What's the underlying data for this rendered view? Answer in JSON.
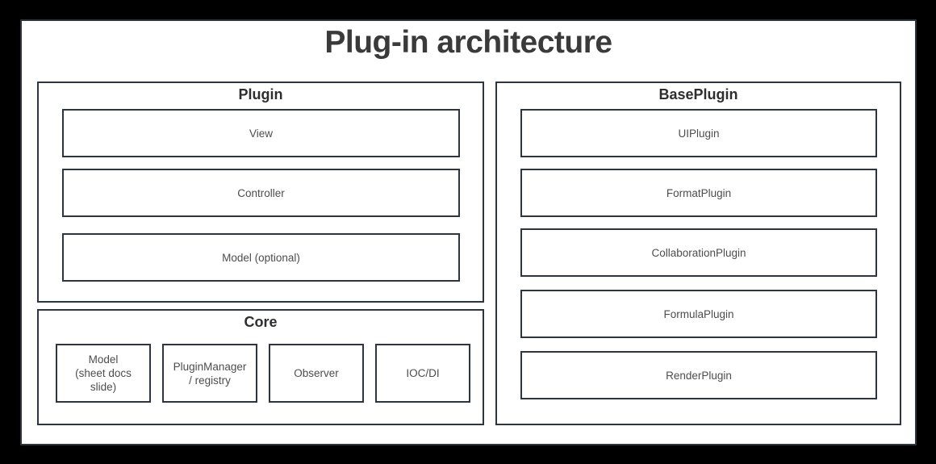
{
  "title": "Plug-in architecture",
  "colors": {
    "outer_background": "#000000",
    "page_background": "#ffffff",
    "border": "#2d3540",
    "title_text": "#3a3a3a",
    "header_text": "#2e2e2e",
    "label_text": "#4d4d4d"
  },
  "sections": {
    "plugin": {
      "label": "Plugin",
      "items": [
        {
          "label": "View"
        },
        {
          "label": "Controller"
        },
        {
          "label": "Model (optional)"
        }
      ]
    },
    "core": {
      "label": "Core",
      "items": [
        {
          "label": "Model\n(sheet docs\nslide)"
        },
        {
          "label": "PluginManager\n/ registry"
        },
        {
          "label": "Observer"
        },
        {
          "label": "IOC/DI"
        }
      ]
    },
    "base_plugin": {
      "label": "BasePlugin",
      "items": [
        {
          "label": "UIPlugin"
        },
        {
          "label": "FormatPlugin"
        },
        {
          "label": "CollaborationPlugin"
        },
        {
          "label": "FormulaPlugin"
        },
        {
          "label": "RenderPlugin"
        }
      ]
    }
  }
}
